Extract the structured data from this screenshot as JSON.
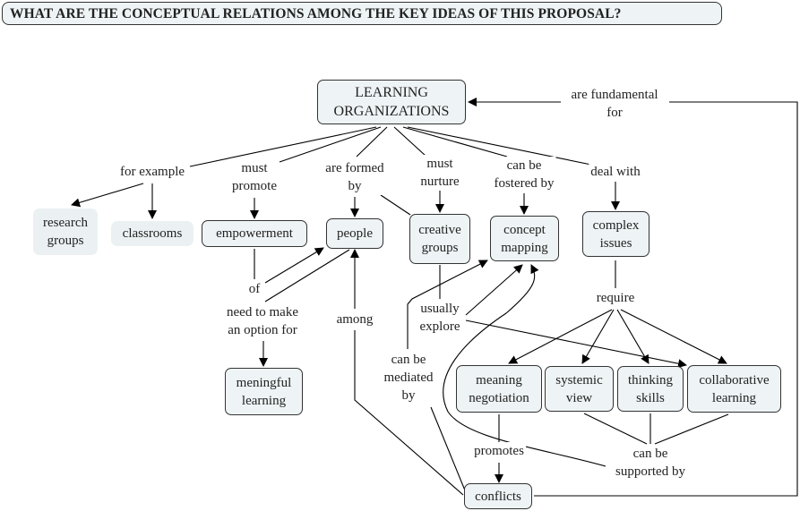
{
  "title": "WHAT ARE THE CONCEPTUAL RELATIONS AMONG THE KEY IDEAS OF THIS PROPOSAL?",
  "concepts": {
    "learning_organizations": "LEARNING\nORGANIZATIONS",
    "research_groups": "research\ngroups",
    "classrooms": "classrooms",
    "empowerment": "empowerment",
    "people": "people",
    "creative_groups": "creative\ngroups",
    "concept_mapping": "concept\nmapping",
    "complex_issues": "complex\nissues",
    "meningful_learning": "meningful\nlearning",
    "meaning_negotiation": "meaning\nnegotiation",
    "systemic_view": "systemic\nview",
    "thinking_skills": "thinking\nskills",
    "collaborative_learning": "collaborative\nlearning",
    "conflicts": "conflicts"
  },
  "linking_phrases": {
    "for_example": "for example",
    "must_promote": "must\npromote",
    "are_formed_by": "are formed\nby",
    "must_nurture": "must\nnurture",
    "can_be_fostered_by": "can be\nfostered by",
    "deal_with": "deal with",
    "are_fundamental_for": "are fundamental\nfor",
    "of": "of",
    "need_to_make_an_option_for": "need to make\nan option for",
    "among": "among",
    "usually_explore": "usually\nexplore",
    "can_be_mediated_by": "can be\nmediated\nby",
    "require": "require",
    "promotes": "promotes",
    "can_be_supported_by": "can be\nsupported by"
  },
  "colors": {
    "node_fill": "#eef3f5",
    "node_border": "#333333",
    "line": "#000000"
  }
}
